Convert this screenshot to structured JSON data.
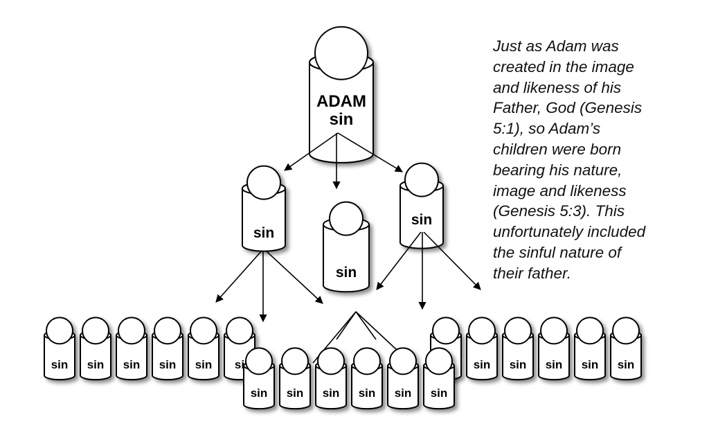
{
  "description_lines": [
    "Just as Adam was",
    "created in the image",
    "and likeness of his",
    "Father, God (Genesis",
    "5:1), so Adam’s",
    "children were born",
    "bearing his nature,",
    "image and likeness",
    "(Genesis 5:3). This",
    "unfortunately included",
    "the sinful nature of",
    "their father."
  ],
  "adam": {
    "name": "ADAM",
    "label": "sin"
  },
  "children": [
    {
      "label": "sin"
    },
    {
      "label": "sin"
    },
    {
      "label": "sin"
    }
  ],
  "grandchildren_left": [
    "sin",
    "sin",
    "sin",
    "sin",
    "sin",
    "si"
  ],
  "grandchildren_middle": [
    "sin",
    "sin",
    "sin",
    "sin",
    "sin",
    "sin"
  ],
  "grandchildren_right": [
    "sin",
    "sin",
    "sin",
    "sin",
    "sin"
  ],
  "colors": {
    "stroke": "#000000",
    "fill": "#ffffff",
    "shadow": "#9a9a9a"
  }
}
